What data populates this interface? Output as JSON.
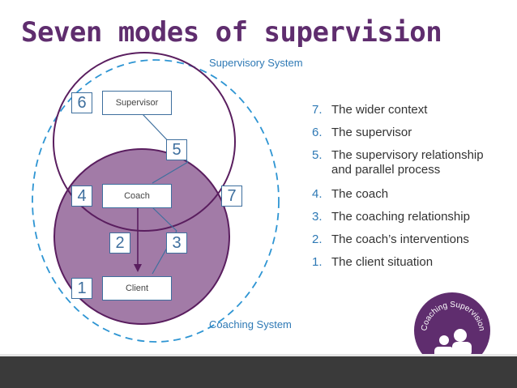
{
  "title": "Seven modes of supervision",
  "labels": {
    "supervisory_system": "Supervisory System",
    "coaching_system": "Coaching System",
    "supervisor": "Supervisor",
    "coach": "Coach",
    "client": "Client"
  },
  "mode_numbers": {
    "m1": "1",
    "m2": "2",
    "m3": "3",
    "m4": "4",
    "m5": "5",
    "m6": "6",
    "m7": "7"
  },
  "modes": [
    {
      "num": "7.",
      "text": "The wider context"
    },
    {
      "num": "6.",
      "text": "The supervisor"
    },
    {
      "num": "5.",
      "text": "The supervisory relationship and parallel process"
    },
    {
      "num": "4.",
      "text": "The coach"
    },
    {
      "num": "3.",
      "text": "The coaching relationship"
    },
    {
      "num": "2.",
      "text": "The coach’s interventions"
    },
    {
      "num": "1.",
      "text": "The client situation"
    }
  ],
  "logo": {
    "text": "Coaching Supervision"
  },
  "colors": {
    "title": "#5f2d6e",
    "coaching_circle_fill": "#a27ba7",
    "circle_stroke": "#5a1e5f",
    "dashed_ring": "#2e95d3",
    "accent_blue": "#2e79b5",
    "footer": "#3a3a3a"
  }
}
